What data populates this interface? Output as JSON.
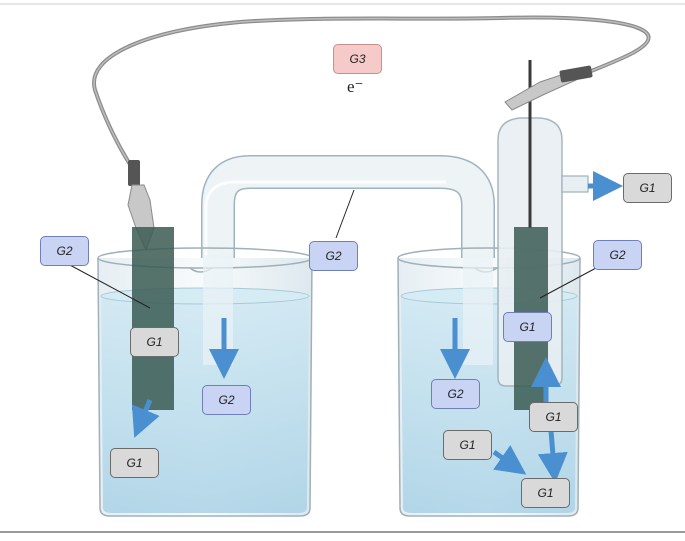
{
  "labels": {
    "g3_top": "G3",
    "electron": "e⁻",
    "g1_side_tube": "G1",
    "g2_left": "G2",
    "g2_bridge": "G2",
    "g2_right": "G2",
    "g1_left_electrode": "G1",
    "g2_left_arrow": "G2",
    "g1_left_bottom": "G1",
    "g1_right_electrode": "G1",
    "g2_right_arrow": "G2",
    "g1_right_mid": "G1",
    "g1_right_lower": "G1",
    "g1_right_bottom": "G1"
  },
  "colors": {
    "solution": "#b7dbea",
    "beaker_glass": "#d9e5ec",
    "electrode": "#3a5a52",
    "wire": "#8c8c8c",
    "arrow": "#4a8fd0",
    "g1_fill": "#d9d9d9",
    "g2_fill": "#c9d4f5",
    "g3_fill": "#f7caca"
  }
}
